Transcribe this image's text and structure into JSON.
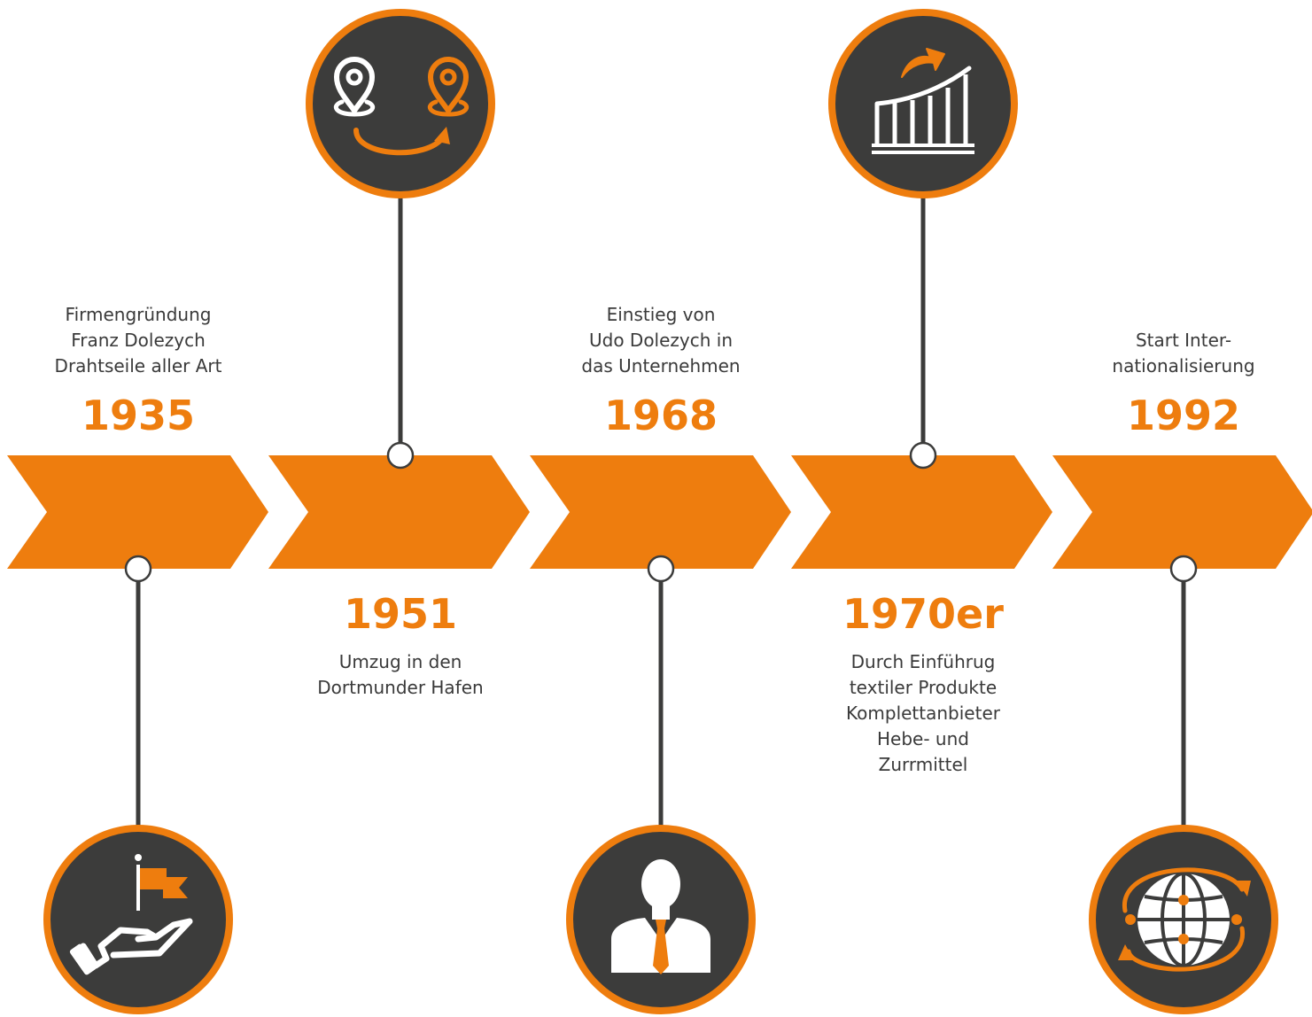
{
  "colors": {
    "accent": "#ee7d0e",
    "dark": "#3c3c3b",
    "line": "#3c3c3b"
  },
  "milestones": [
    {
      "year": "1935",
      "lines": [
        "Firmengründung",
        "Franz Dolezych",
        "Drahtseile aller Art"
      ],
      "icon": "flag-in-hand-icon"
    },
    {
      "year": "1951",
      "lines": [
        "Umzug in den",
        "Dortmunder Hafen"
      ],
      "icon": "relocation-pins-icon"
    },
    {
      "year": "1968",
      "lines": [
        "Einstieg von",
        "Udo Dolezych in",
        "das Unternehmen"
      ],
      "icon": "businessman-icon"
    },
    {
      "year": "1970er",
      "lines": [
        "Durch Einführug",
        "textiler Produkte",
        "Komplettanbieter",
        "Hebe- und",
        "Zurrmittel"
      ],
      "icon": "growth-chart-icon"
    },
    {
      "year": "1992",
      "lines": [
        "Start Inter-",
        "nationalisierung"
      ],
      "icon": "globe-rotation-icon"
    }
  ]
}
